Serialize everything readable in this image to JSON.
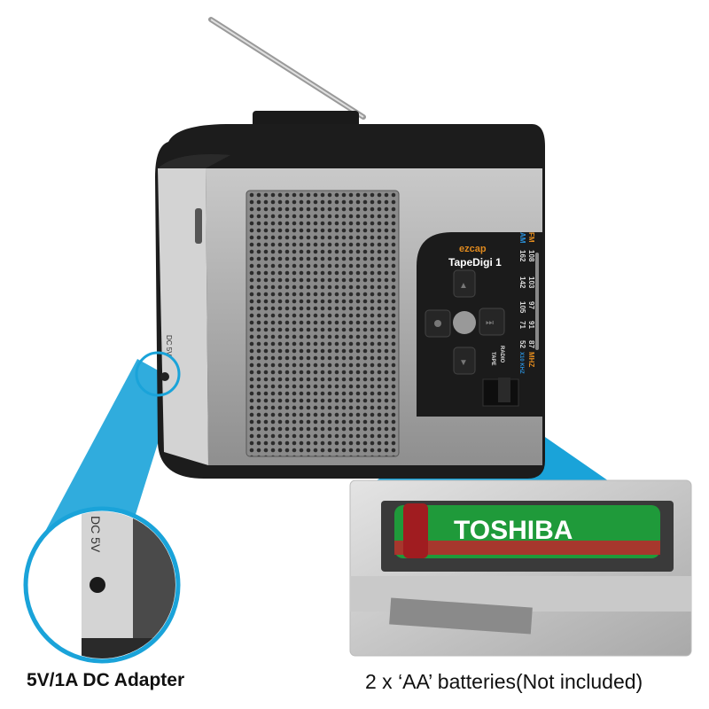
{
  "device": {
    "brand": "ezcap",
    "model": "TapeDigi 1",
    "band_fm": "FM",
    "band_am": "AM",
    "fm_scale": [
      "108",
      "103",
      "97",
      "91",
      "87"
    ],
    "fm_unit": "MHZ",
    "am_scale": [
      "162",
      "142",
      "105",
      "71",
      "52"
    ],
    "am_unit": "X10 KHZ",
    "switch_radio": "RADIO",
    "switch_tape": "TAPE",
    "port_label": "DC 5V"
  },
  "battery": {
    "brand": "TOSHIBA"
  },
  "captions": {
    "left": "5V/1A DC Adapter",
    "right": "2 x ‘AA’ batteries(Not included)"
  },
  "colors": {
    "callout": "#1aa3d9",
    "fm": "#e08a1e",
    "am": "#2a8fd8",
    "battery_green": "#1f9a3a"
  }
}
